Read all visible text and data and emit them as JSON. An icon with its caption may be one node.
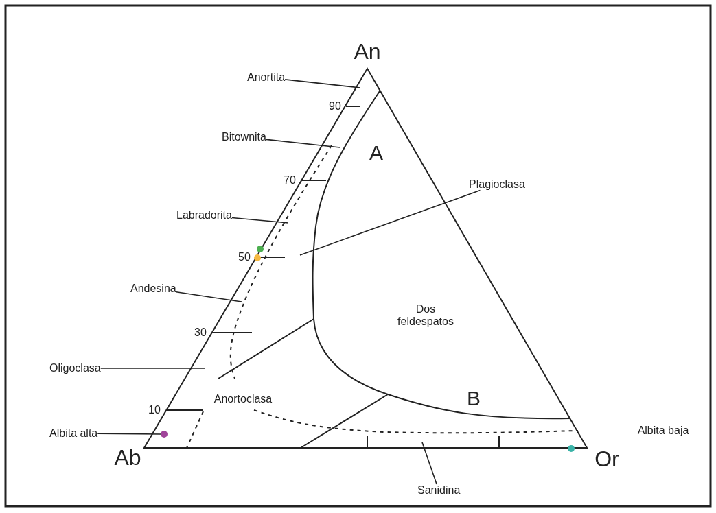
{
  "diagram": {
    "nodes": [
      {
        "text": [
          "Anortita"
        ]
      },
      {
        "text": [
          "Bitownita"
        ]
      },
      {
        "text": [
          "Plagioclasa"
        ]
      },
      {
        "text": [
          "Labradorita"
        ]
      },
      {
        "text": [
          "Andesina"
        ]
      },
      {
        "text": [
          "Oligoclasa"
        ]
      },
      {
        "text": [
          "Albita alta"
        ]
      },
      {
        "text": [],
        "shape": "circle"
      },
      {
        "text": [
          "Sanidina"
        ]
      }
    ],
    "edges": [
      {
        "from": 0,
        "to": null,
        "arrow": "none"
      },
      {
        "from": 1,
        "to": null,
        "arrow": "none"
      },
      {
        "from": 2,
        "to": null,
        "arrow": "none"
      },
      {
        "from": 3,
        "to": null,
        "arrow": "none"
      },
      {
        "from": 4,
        "to": null,
        "arrow": "none"
      },
      {
        "from": 5,
        "to": null,
        "arrow": "none"
      },
      {
        "from": 6,
        "to": 7,
        "arrow": "none"
      },
      {
        "from": 8,
        "to": null,
        "arrow": "none"
      }
    ],
    "labels": [
      "An",
      "90",
      "A",
      "70",
      "50",
      "Dos feldespatos",
      "30",
      "Anortoclasa",
      "B",
      "10",
      "Albita baja",
      "Ab",
      "Or"
    ]
  }
}
